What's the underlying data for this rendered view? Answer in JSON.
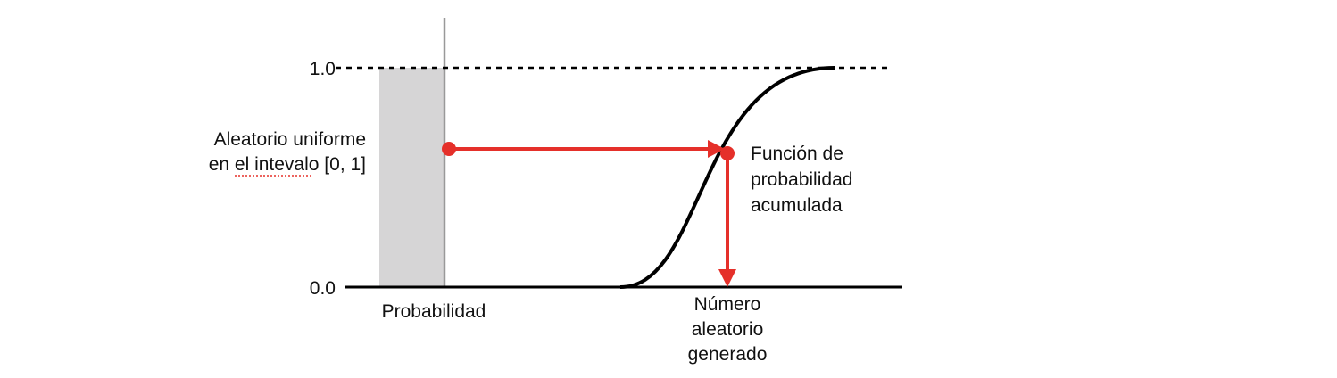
{
  "axis": {
    "y_top_label": "1.0",
    "y_bottom_label": "0.0"
  },
  "labels": {
    "uniform_line1": "Aleatorio uniforme",
    "uniform_line2_prefix": "en el ",
    "uniform_line2_misspelled": "intevalo",
    "uniform_line2_suffix": " [0, 1]",
    "probability": "Probabilidad",
    "cdf_line1": "Función de",
    "cdf_line2": "probabilidad",
    "cdf_line3": "acumulada",
    "generated_line1": "Número",
    "generated_line2": "aleatorio",
    "generated_line3": "generado"
  },
  "colors": {
    "accent_red": "#e5302a",
    "band_gray": "#d6d5d6",
    "axis_gray": "#999999",
    "curve_black": "#000000",
    "spellcheck_underline": "#e5302a"
  },
  "sampled_probability": 0.62
}
